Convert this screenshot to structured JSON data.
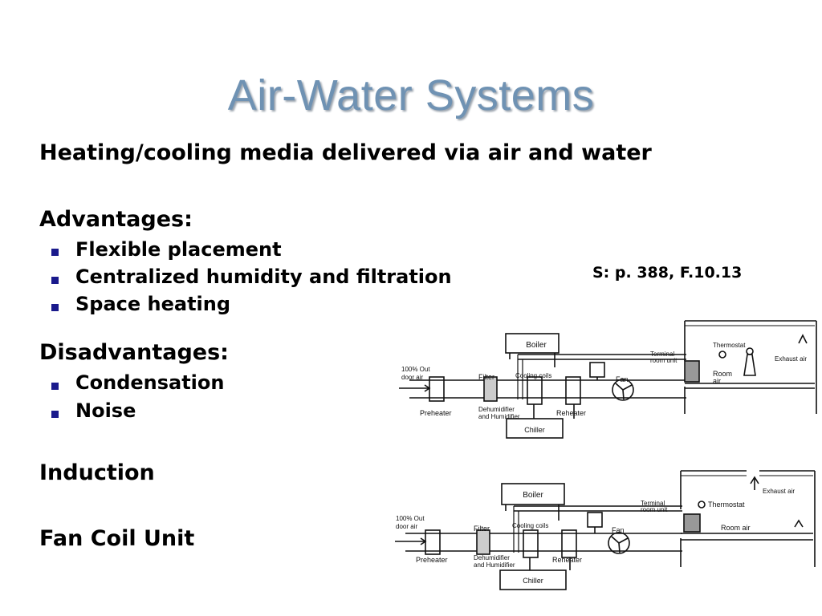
{
  "slide": {
    "title": "Air-Water Systems",
    "subtitle": "Heating/cooling media delivered via air and water",
    "advantages_heading": "Advantages:",
    "advantages": [
      "Flexible placement",
      "Centralized humidity and filtration",
      "Space heating"
    ],
    "disadvantages_heading": "Disadvantages:",
    "disadvantages": [
      "Condensation",
      "Noise"
    ],
    "induction": "Induction",
    "fan_coil": "Fan Coil Unit",
    "source": "S: p. 388, F.10.13",
    "bullet_color": "#1a1a8c",
    "title_color": "#6f92b3"
  },
  "diagrams": {
    "top": {
      "boiler": "Boiler",
      "outdoor1": "100% Out",
      "outdoor2": "door air",
      "filter": "Filter",
      "cooling": "Cooling coils",
      "fan": "Fan",
      "preheater": "Preheater",
      "dehum1": "Dehumidifier",
      "dehum2": "and Humidifier",
      "reheater": "Reheater",
      "chiller": "Chiller",
      "terminal1": "Terminal",
      "terminal2": "room unit",
      "thermostat": "Thermostat",
      "room1": "Room",
      "room2": "air",
      "exhaust": "Exhaust air"
    },
    "bottom": {
      "boiler": "Boiler",
      "outdoor1": "100% Out",
      "outdoor2": "door air",
      "filter": "Filter",
      "cooling": "Cooling coils",
      "fan": "Fan",
      "preheater": "Preheater",
      "dehum1": "Dehumidifier",
      "dehum2": "and Humidifier",
      "reheater": "Reheater",
      "chiller": "Chiller",
      "terminal1": "Terminal",
      "terminal2": "room unit",
      "thermostat": "Thermostat",
      "room": "Room air",
      "exhaust": "Exhaust air"
    }
  }
}
